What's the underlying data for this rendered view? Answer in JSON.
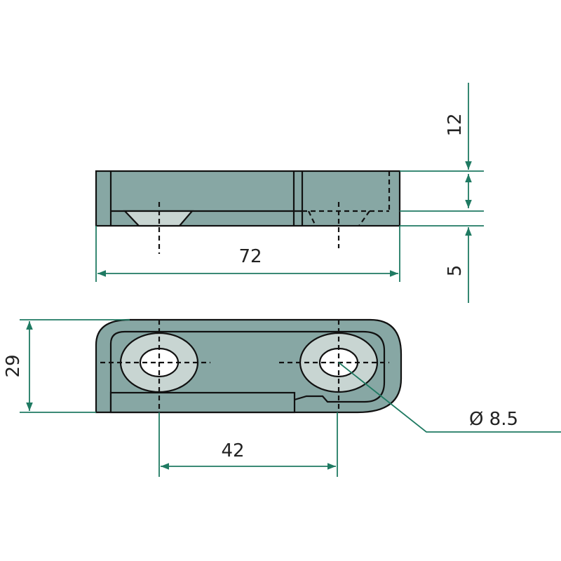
{
  "colors": {
    "body": "#87a7a4",
    "countersink": "#c8d5d2",
    "dimension": "#1f7a62",
    "outline": "#111111"
  },
  "top_view": {
    "overall_length": "72",
    "height_upper": "12",
    "height_lower": "5"
  },
  "plan_view": {
    "width": "29",
    "hole_spacing": "42",
    "hole_diameter": "Ø 8.5"
  }
}
